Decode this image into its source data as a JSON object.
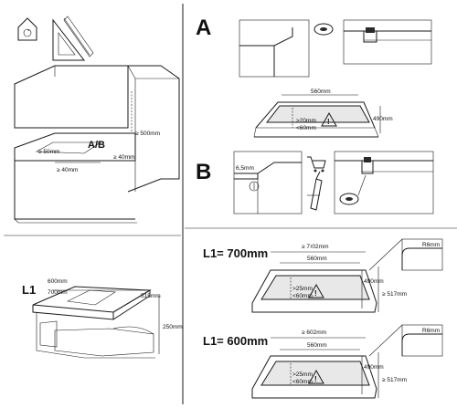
{
  "sections": {
    "a_label": "A",
    "b_label": "B"
  },
  "kitchen": {
    "cutout_label": "A/B",
    "side_clearance": "≥ 50mm",
    "front_clearance": "≥ 40mm",
    "back_clearance": "≥ 40mm",
    "top_clearance": "≥ 500mm"
  },
  "appliance": {
    "l1_label": "L1",
    "width_600": "600mm",
    "width_700": "700mm",
    "depth": "515mm",
    "height": "250mm"
  },
  "cutout_a": {
    "width": "560mm",
    "depth": "490mm",
    "edge_min": ">20mm",
    "edge_max": "<60mm"
  },
  "cutout_b": {
    "step": "6,5mm"
  },
  "l1_700": {
    "title": "L1= 700mm",
    "outer_width": "≥ 7≀02mm",
    "inner_width": "560mm",
    "inner_depth": "490mm",
    "outer_depth": "≥ 517mm",
    "edge_min": ">25mm",
    "edge_max": "<60mm",
    "radius": "R6mm"
  },
  "l1_600": {
    "title": "L1= 600mm",
    "outer_width": "≥ 602mm",
    "inner_width": "560mm",
    "inner_depth": "490mm",
    "outer_depth": "≥ 517mm",
    "edge_min": ">25mm",
    "edge_max": "<60mm",
    "radius": "R6mm"
  },
  "icons": [
    "cabinet-house-icon",
    "set-square-icon",
    "warning-icon",
    "shopping-cart-icon",
    "silicone-tube-icon",
    "sealing-tape-icon"
  ]
}
